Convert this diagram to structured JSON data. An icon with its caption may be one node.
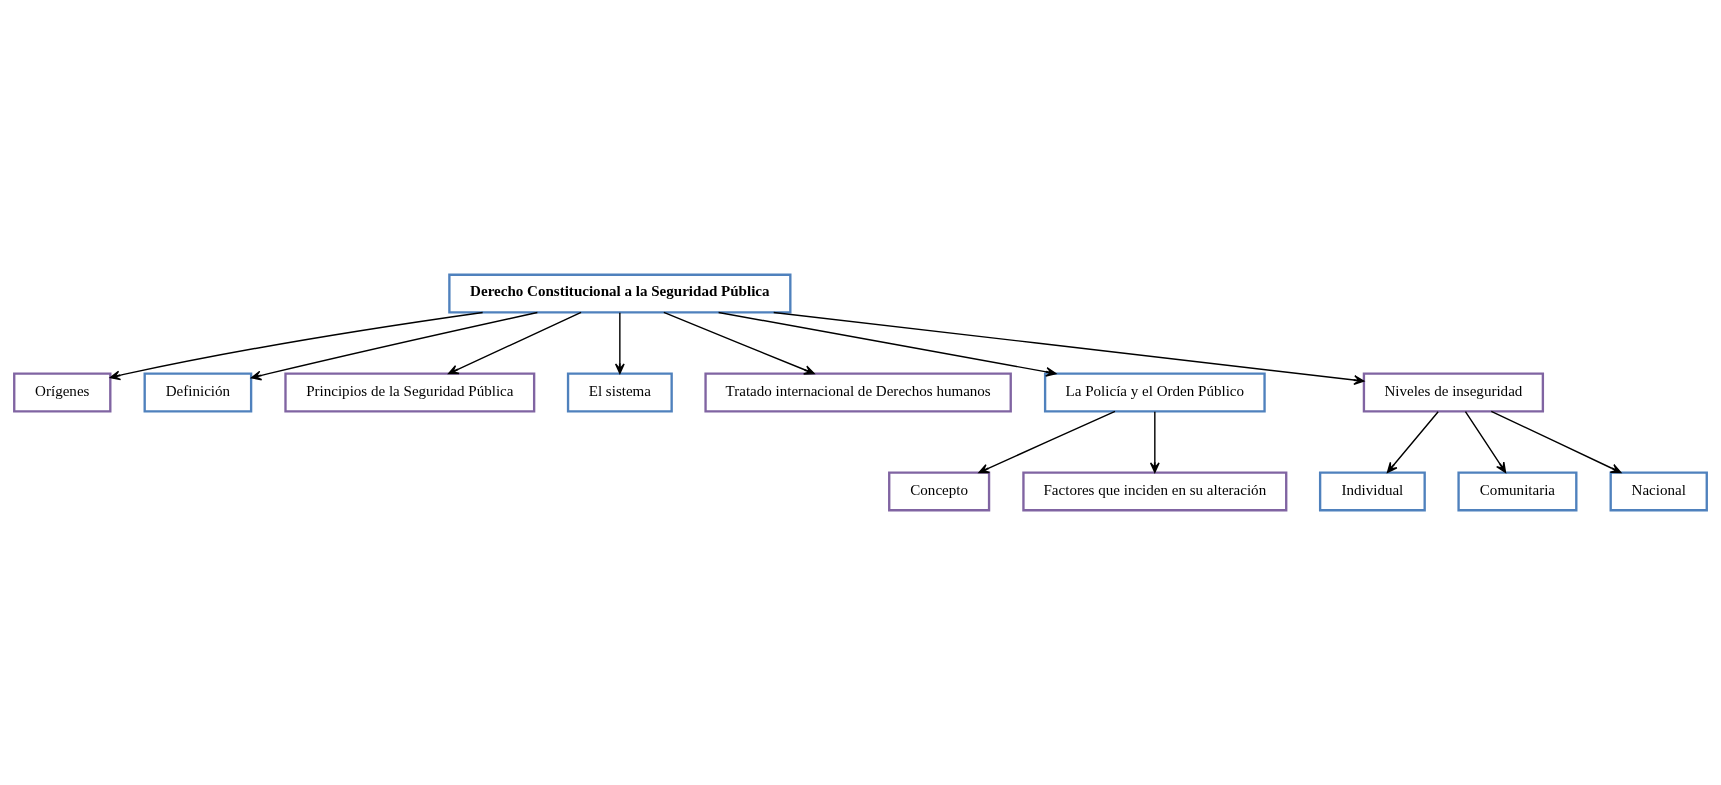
{
  "diagram": {
    "nodes": [
      {
        "text": [
          "Derecho Constitucional a la Seguridad Pública"
        ]
      },
      {
        "text": [
          "Orígenes"
        ]
      },
      {
        "text": [
          "Definición"
        ]
      },
      {
        "text": [
          "Principios de la Seguridad Pública"
        ]
      },
      {
        "text": [
          "El sistema"
        ]
      },
      {
        "text": [
          "Tratado internacional de Derechos humanos"
        ]
      },
      {
        "text": [
          "La Policía y el Orden Público"
        ]
      },
      {
        "text": [
          "Concepto"
        ]
      },
      {
        "text": [
          "Factores que inciden en su alteración"
        ]
      },
      {
        "text": [
          "Niveles de inseguridad"
        ]
      },
      {
        "text": [
          "Individual"
        ]
      },
      {
        "text": [
          "Comunitaria"
        ]
      },
      {
        "text": [
          "Nacional"
        ]
      }
    ],
    "edges": [
      {
        "from": 0,
        "to": 1,
        "arrow": "to"
      },
      {
        "from": 0,
        "to": 2,
        "arrow": "to"
      },
      {
        "from": 0,
        "to": 3,
        "arrow": "to"
      },
      {
        "from": 0,
        "to": 4,
        "arrow": "to"
      },
      {
        "from": 0,
        "to": 5,
        "arrow": "to"
      },
      {
        "from": 0,
        "to": 6,
        "arrow": "to"
      },
      {
        "from": 0,
        "to": 9,
        "arrow": "to"
      },
      {
        "from": 6,
        "to": 7,
        "arrow": "to"
      },
      {
        "from": 6,
        "to": 8,
        "arrow": "to"
      },
      {
        "from": 9,
        "to": 10,
        "arrow": "to"
      },
      {
        "from": 9,
        "to": 11,
        "arrow": "to"
      },
      {
        "from": 9,
        "to": 12,
        "arrow": "to"
      }
    ]
  }
}
